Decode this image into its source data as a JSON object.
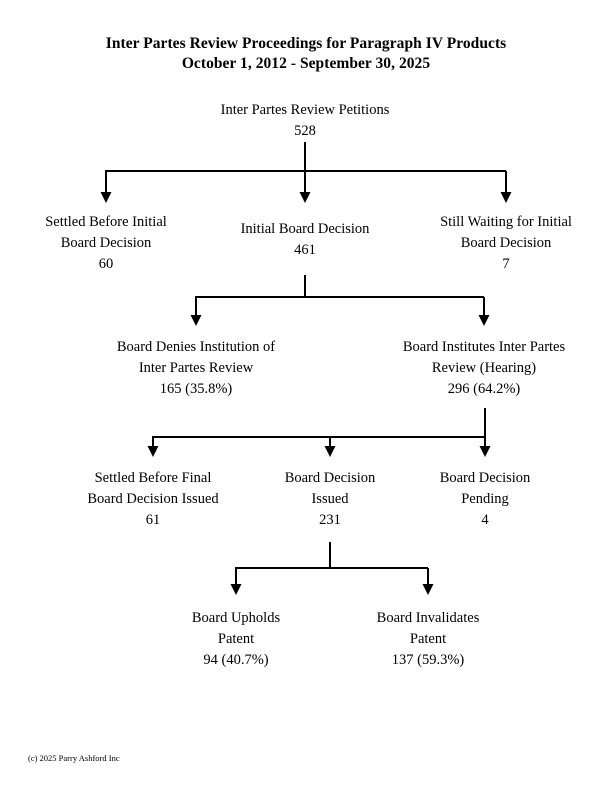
{
  "title": {
    "line1": "Inter Partes Review Proceedings for Paragraph IV Products",
    "line2": "October 1, 2012 - September 30, 2025"
  },
  "footer": {
    "copyright": "(c) 2025 Parry Ashford Inc"
  },
  "colors": {
    "background": "#ffffff",
    "text": "#000000",
    "connector": "#000000"
  },
  "nodes": {
    "petitions": {
      "label_line1": "Inter Partes Review Petitions",
      "value": "528"
    },
    "settled_before_initial": {
      "label_line1": "Settled Before Initial",
      "label_line2": "Board Decision",
      "value": "60"
    },
    "initial_board_decision": {
      "label_line1": "Initial Board Decision",
      "value": "461"
    },
    "still_waiting_initial": {
      "label_line1": "Still Waiting for Initial",
      "label_line2": "Board Decision",
      "value": "7"
    },
    "board_denies_institution": {
      "label_line1": "Board Denies Institution of",
      "label_line2": "Inter Partes Review",
      "value": "165 (35.8%)"
    },
    "board_institutes_review": {
      "label_line1": "Board Institutes Inter Partes",
      "label_line2": "Review (Hearing)",
      "value": "296 (64.2%)"
    },
    "settled_before_final": {
      "label_line1": "Settled Before Final",
      "label_line2": "Board Decision Issued",
      "value": "61"
    },
    "board_decision_issued": {
      "label_line1": "Board Decision",
      "label_line2": "Issued",
      "value": "231"
    },
    "board_decision_pending": {
      "label_line1": "Board Decision",
      "label_line2": "Pending",
      "value": "4"
    },
    "board_upholds_patent": {
      "label_line1": "Board Upholds",
      "label_line2": "Patent",
      "value": "94 (40.7%)"
    },
    "board_invalidates_patent": {
      "label_line1": "Board Invalidates",
      "label_line2": "Patent",
      "value": "137 (59.3%)"
    }
  },
  "chart_data": {
    "type": "diagram-flowchart",
    "title": "Inter Partes Review Proceedings for Paragraph IV Products",
    "subtitle": "October 1, 2012 - September 30, 2025",
    "levels": [
      {
        "level": 1,
        "nodes": [
          {
            "id": "petitions",
            "label": "Inter Partes Review Petitions",
            "value": 528
          }
        ]
      },
      {
        "level": 2,
        "parent": "petitions",
        "nodes": [
          {
            "id": "settled_before_initial",
            "label": "Settled Before Initial Board Decision",
            "value": 60
          },
          {
            "id": "initial_board_decision",
            "label": "Initial Board Decision",
            "value": 461
          },
          {
            "id": "still_waiting_initial",
            "label": "Still Waiting for Initial Board Decision",
            "value": 7
          }
        ]
      },
      {
        "level": 3,
        "parent": "initial_board_decision",
        "nodes": [
          {
            "id": "board_denies_institution",
            "label": "Board Denies Institution of Inter Partes Review",
            "value": 165,
            "percent": 35.8
          },
          {
            "id": "board_institutes_review",
            "label": "Board Institutes Inter Partes Review (Hearing)",
            "value": 296,
            "percent": 64.2
          }
        ]
      },
      {
        "level": 4,
        "parent": "board_institutes_review",
        "nodes": [
          {
            "id": "settled_before_final",
            "label": "Settled Before Final Board Decision Issued",
            "value": 61
          },
          {
            "id": "board_decision_issued",
            "label": "Board Decision Issued",
            "value": 231
          },
          {
            "id": "board_decision_pending",
            "label": "Board Decision Pending",
            "value": 4
          }
        ]
      },
      {
        "level": 5,
        "parent": "board_decision_issued",
        "nodes": [
          {
            "id": "board_upholds_patent",
            "label": "Board Upholds Patent",
            "value": 94,
            "percent": 40.7
          },
          {
            "id": "board_invalidates_patent",
            "label": "Board Invalidates Patent",
            "value": 137,
            "percent": 59.3
          }
        ]
      }
    ]
  }
}
